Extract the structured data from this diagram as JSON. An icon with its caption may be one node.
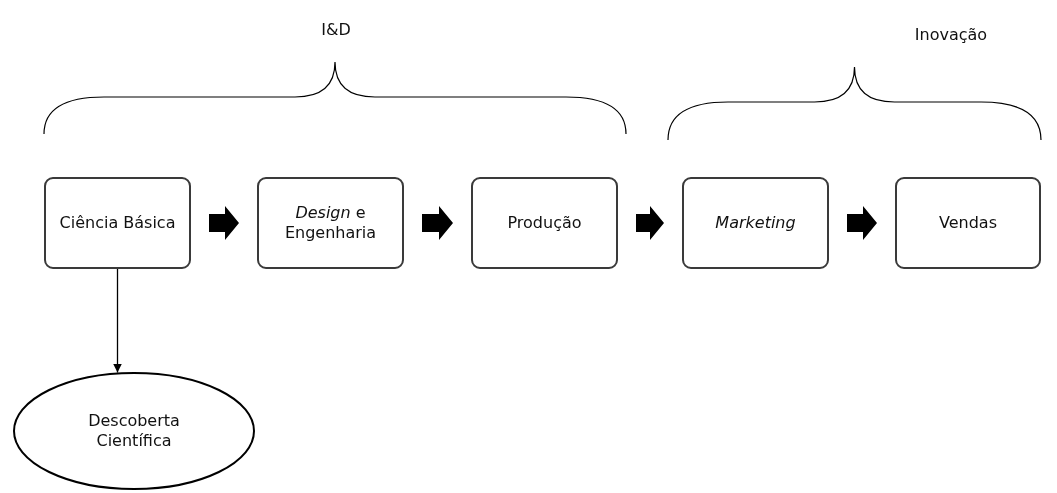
{
  "diagram": {
    "nodes": [
      {
        "text": [
          "Ciência Básica"
        ]
      },
      {
        "text": [
          "*Design* e Engenharia"
        ]
      },
      {
        "text": [
          "Produção"
        ]
      },
      {
        "text": [
          "Marketing"
        ]
      },
      {
        "text": [
          "Vendas"
        ]
      },
      {
        "text": [
          "Descoberta Científica"
        ]
      }
    ],
    "edges": [
      {
        "from": 0,
        "to": 1,
        "arrow": "to",
        "style": "thick"
      },
      {
        "from": 1,
        "to": 2,
        "arrow": "to",
        "style": "thick"
      },
      {
        "from": 2,
        "to": 3,
        "arrow": "to",
        "style": "thick"
      },
      {
        "from": 3,
        "to": 4,
        "arrow": "to",
        "style": "thick"
      },
      {
        "from": 0,
        "to": 5,
        "arrow": "to"
      }
    ],
    "labels": [
      "I&D",
      "Inovação"
    ]
  }
}
